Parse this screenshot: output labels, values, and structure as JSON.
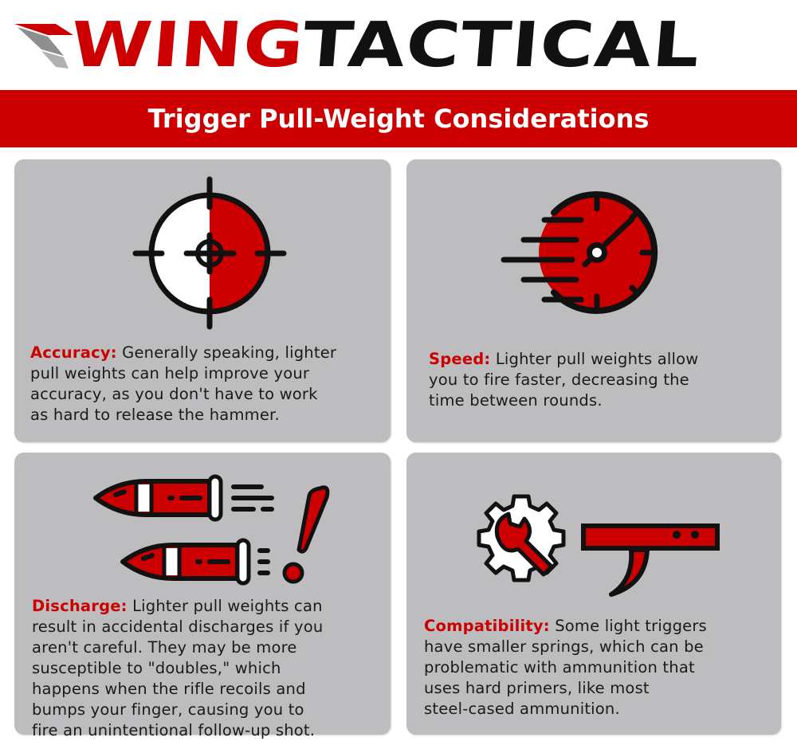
{
  "logo": {
    "part1": "WING",
    "part2": "TACTICAL",
    "colors": {
      "wing": "#cc0000",
      "tactical": "#111111",
      "wing_feathers": "#8e8e8e"
    }
  },
  "banner": {
    "title": "Trigger Pull-Weight Considerations",
    "background": "#cc0000"
  },
  "cards": [
    {
      "icon": "crosshair-target-icon",
      "label": "Accuracy:",
      "lines": [
        " Generally speaking, lighter",
        "pull weights can help improve your",
        "accuracy, as you don't have to work",
        "as hard to release the hammer."
      ]
    },
    {
      "icon": "stopwatch-speed-icon",
      "label": "Speed:",
      "lines": [
        " Lighter pull weights allow",
        "you to fire faster, decreasing the",
        "time between rounds."
      ]
    },
    {
      "icon": "bullets-exclamation-icon",
      "label": "Discharge:",
      "lines": [
        " Lighter pull weights can",
        "result in accidental discharges if you",
        "aren't careful. They may be more",
        "susceptible to \"doubles,\" which",
        "happens when the rifle recoils and",
        "bumps your finger, causing you to",
        "fire an unintentional follow-up shot."
      ]
    },
    {
      "icon": "gear-wrench-trigger-icon",
      "label": "Compatibility:",
      "lines": [
        " Some light triggers",
        "have smaller springs, which can be",
        "problematic with ammunition that",
        "uses hard primers, like most",
        "steel-cased ammunition."
      ]
    }
  ],
  "colors": {
    "accent_red": "#cc0000",
    "card_bg": "#bdbdbf",
    "text": "#1a1a1a"
  }
}
